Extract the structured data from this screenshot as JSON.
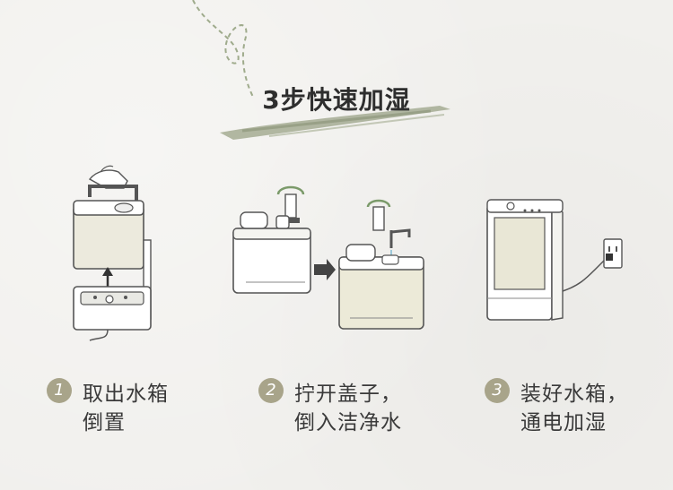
{
  "heading": {
    "title": "3步快速加湿"
  },
  "steps": [
    {
      "number": "1",
      "line1": "取出水箱",
      "line2": "倒置"
    },
    {
      "number": "2",
      "line1": "拧开盖子，",
      "line2": "倒入洁净水"
    },
    {
      "number": "3",
      "line1": "装好水箱，",
      "line2": "通电加湿"
    }
  ],
  "colors": {
    "background": "#f1f0ed",
    "accent_olive": "#a8a48a",
    "brush_green": "#a4ab93",
    "text": "#3a3a3a"
  }
}
